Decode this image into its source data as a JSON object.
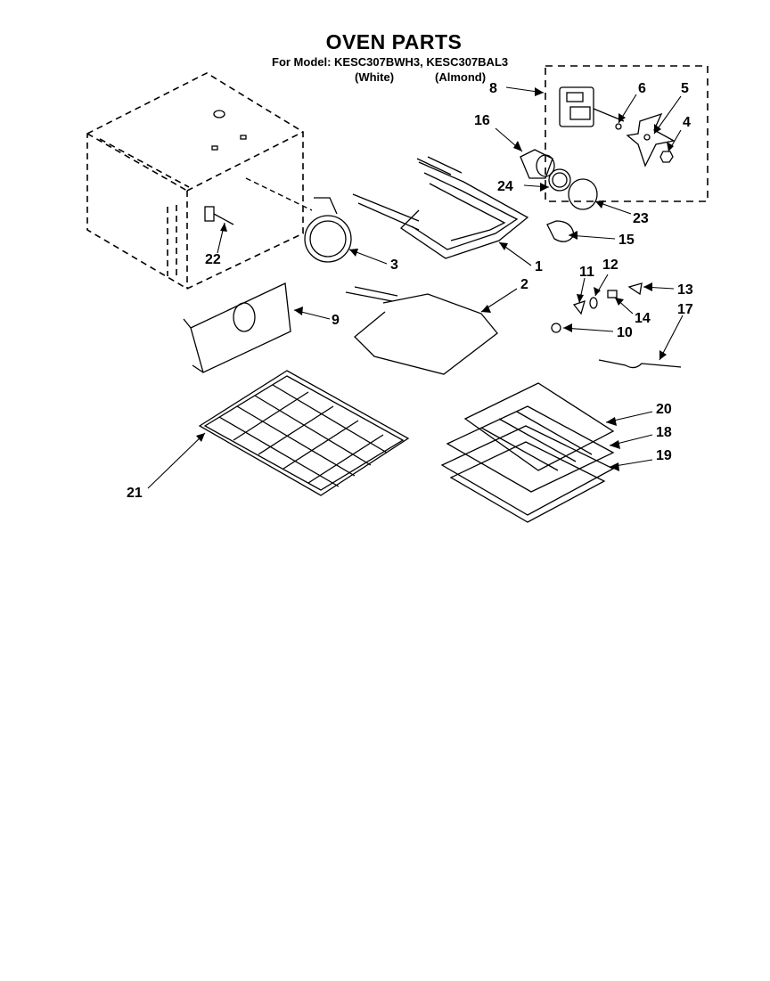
{
  "header": {
    "title": "OVEN PARTS",
    "subtitle": "For Model: KESC307BWH3, KESC307BAL3",
    "color1": "(White)",
    "color2": "(Almond)"
  },
  "callouts": {
    "c1": "1",
    "c2": "2",
    "c3": "3",
    "c4": "4",
    "c5": "5",
    "c6": "6",
    "c8": "8",
    "c9": "9",
    "c10": "10",
    "c11": "11",
    "c12": "12",
    "c13": "13",
    "c14": "14",
    "c15": "15",
    "c16": "16",
    "c17": "17",
    "c18": "18",
    "c19": "19",
    "c20": "20",
    "c21": "21",
    "c22": "22",
    "c23": "23",
    "c24": "24"
  }
}
